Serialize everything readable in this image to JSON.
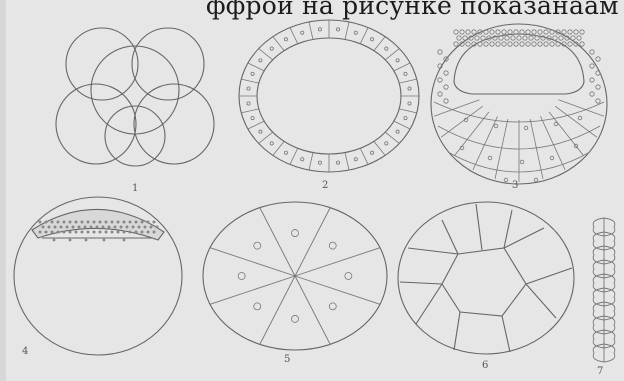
{
  "page": {
    "header_text": "ффрой на рисунке показанаам",
    "figure_numbers": [
      "1",
      "2",
      "3",
      "4",
      "5",
      "6",
      "7"
    ]
  }
}
